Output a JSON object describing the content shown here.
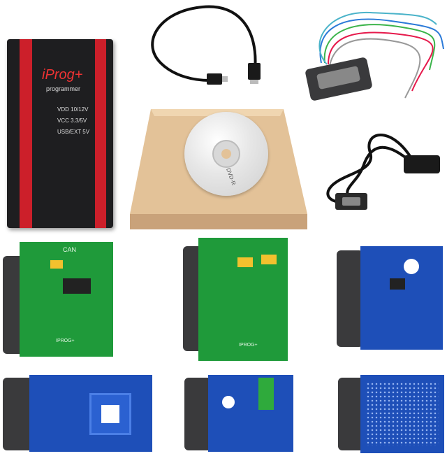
{
  "device": {
    "brand": "iProg+",
    "subtitle": "programmer",
    "indicators": [
      "VDD 10/12V",
      "VCC 3.3/5V",
      "USB/EXT 5V"
    ]
  },
  "disc": {
    "label": "DVD-R"
  },
  "boards": {
    "can": {
      "label": "CAN"
    },
    "iprog_labels": [
      "IPROG+",
      "IPROG+"
    ]
  },
  "colors": {
    "device_body": "#1e1e20",
    "device_stripe": "#cc1f2a",
    "box": "#d8b488",
    "green_pcb": "#1f9a3a",
    "blue_pcb": "#1e4fb8",
    "connector": "#3a3a3c"
  }
}
